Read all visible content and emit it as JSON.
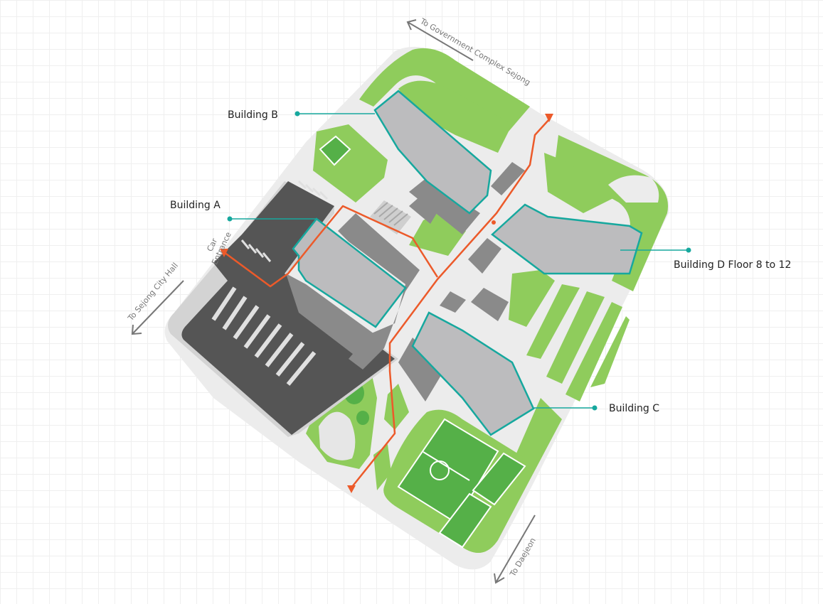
{
  "buildings": [
    {
      "id": "a",
      "label": "Building A"
    },
    {
      "id": "b",
      "label": "Building B"
    },
    {
      "id": "c",
      "label": "Building C"
    },
    {
      "id": "d",
      "label": "Building D Floor 8 to 12"
    }
  ],
  "directions": {
    "government": "To Government Complex Sejong",
    "city_hall": "To Sejong City Hall",
    "daejeon": "To Daejeon"
  },
  "car_entrance": {
    "line1": "Car",
    "line2": "Entrance"
  },
  "colors": {
    "grass": "#8fcc5c",
    "grass_dark": "#55b048",
    "road": "#eeeeee",
    "parking": "#555555",
    "building": "#bcbcbe",
    "building_shadow": "#8a8a8a",
    "outline": "#16a89e",
    "route": "#ec5a2a"
  },
  "icons": [
    "arrow-icon",
    "route-marker-icon",
    "leader-dot-icon"
  ]
}
